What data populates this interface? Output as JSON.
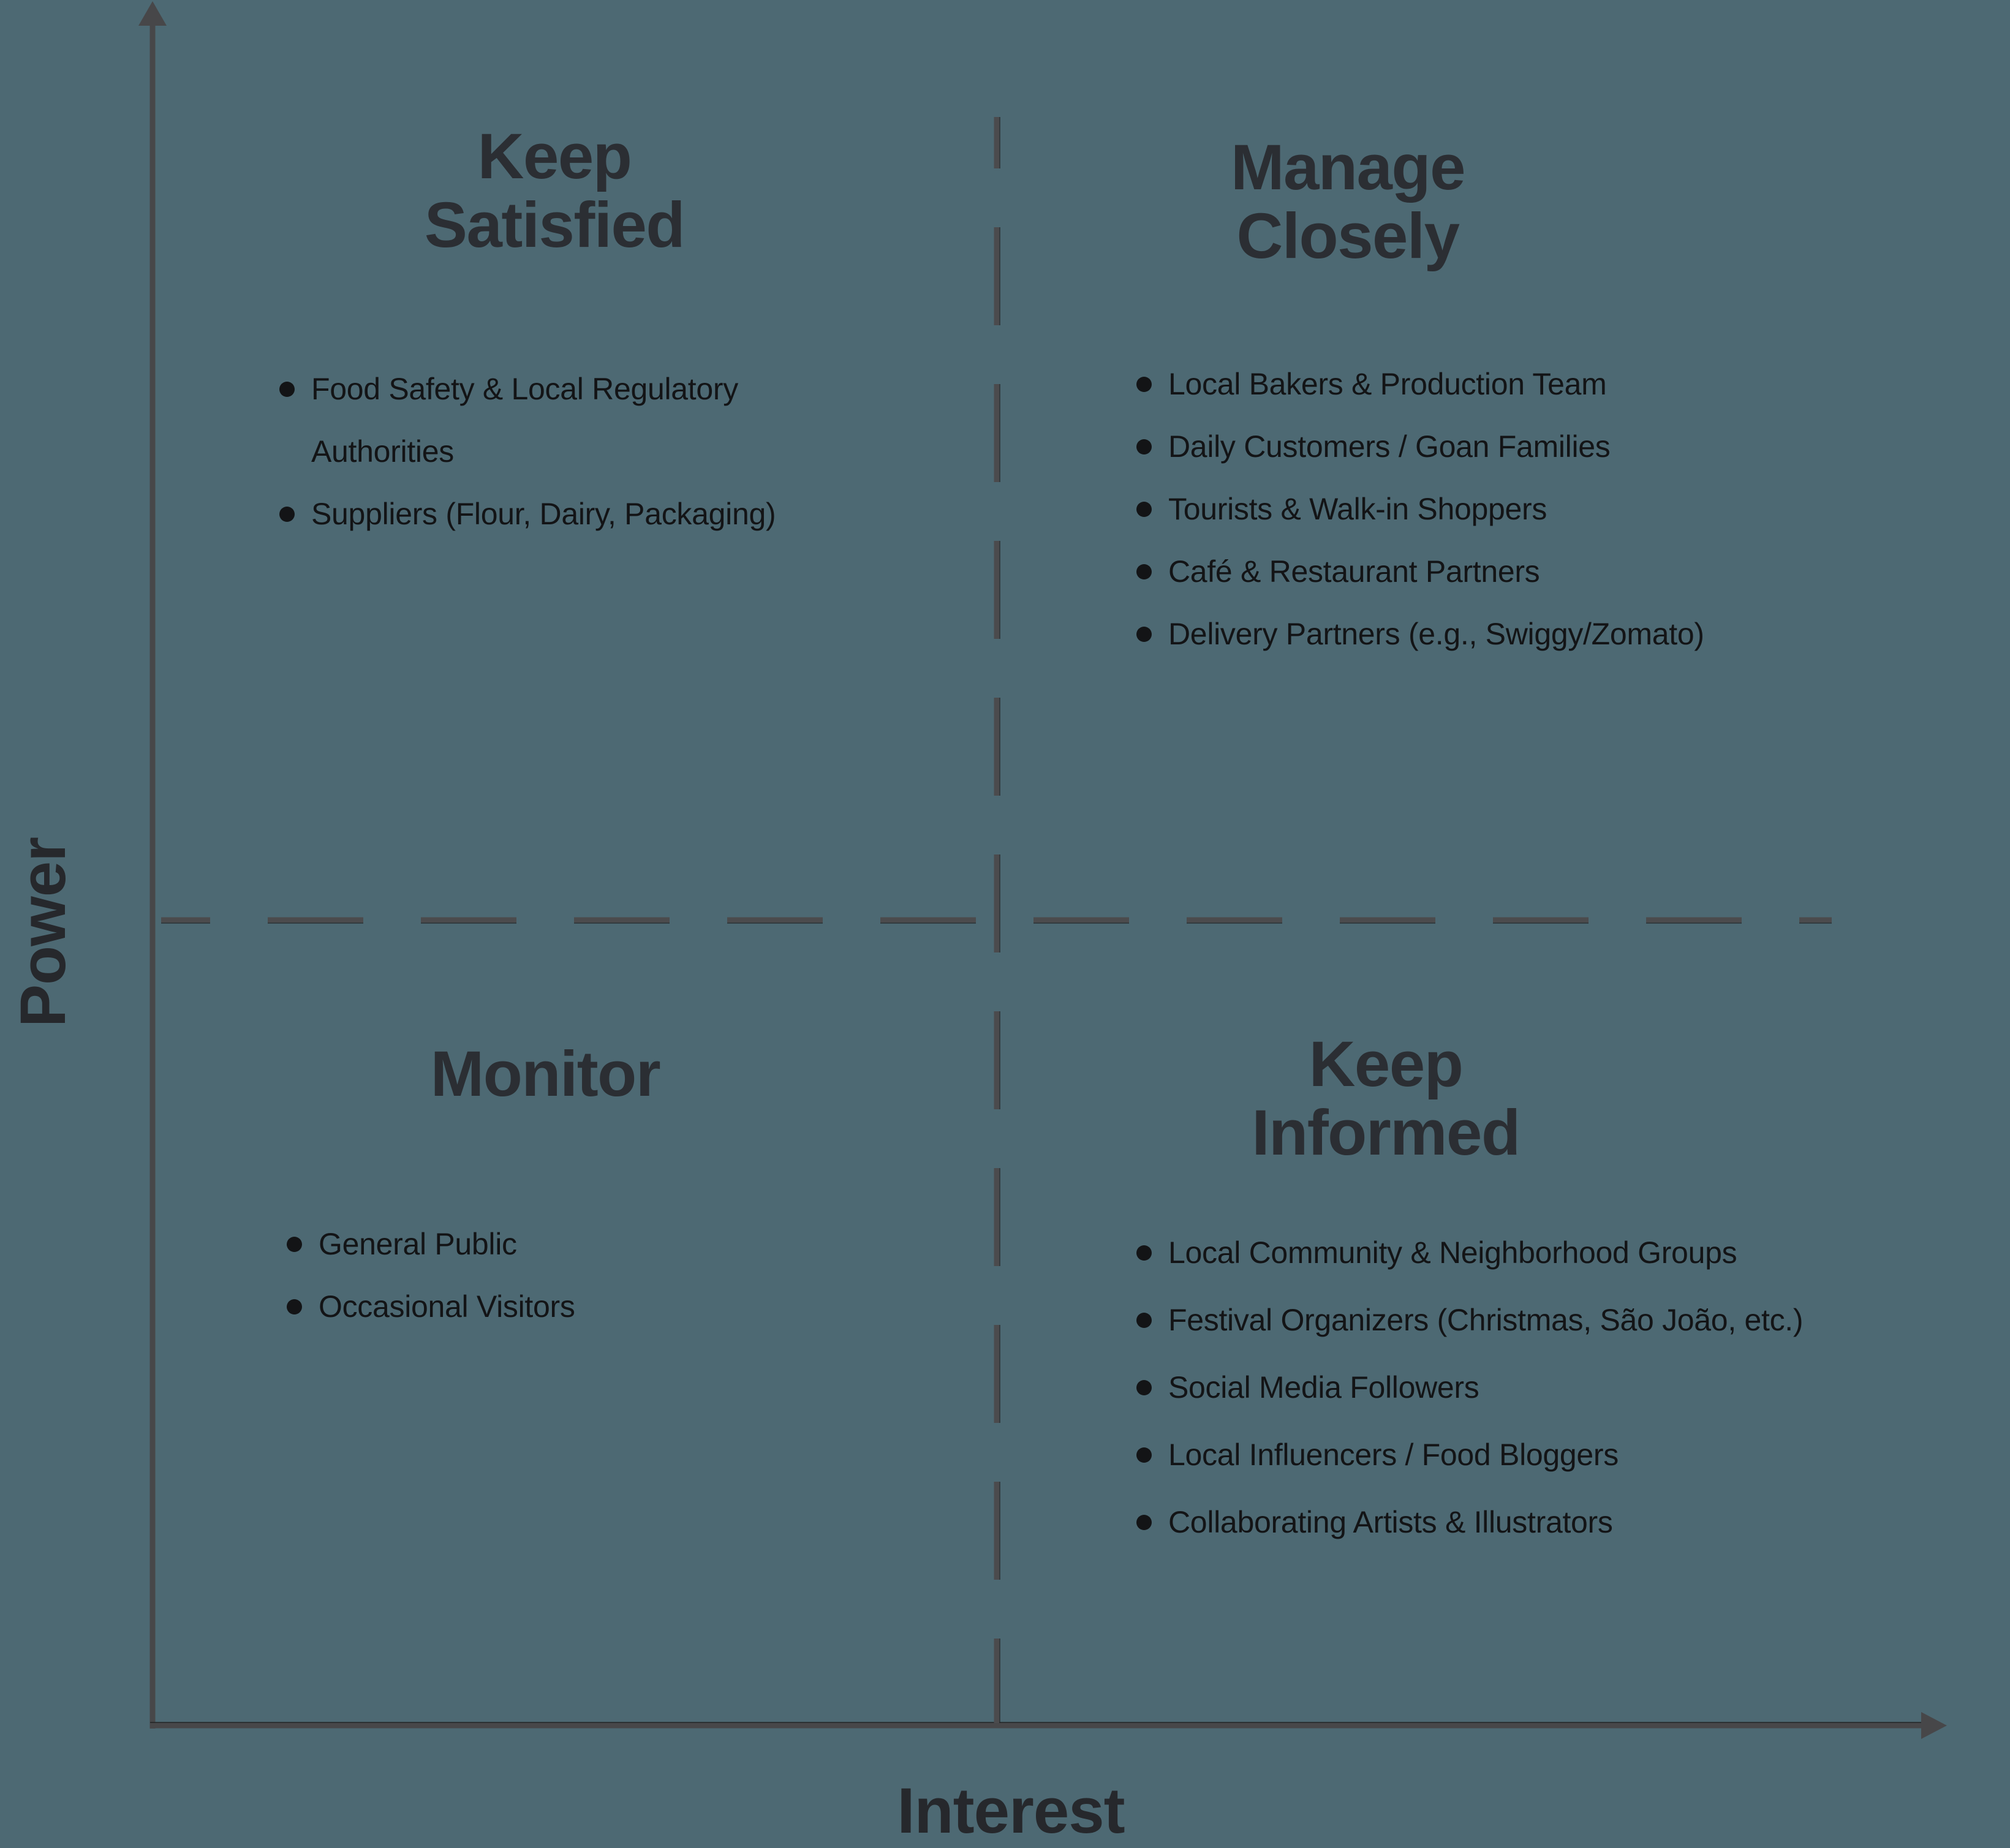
{
  "ui": {
    "background_color": "#4d6973",
    "axis_color": "#474749",
    "title_color": "#2b2e33",
    "text_color": "#131416"
  },
  "axes": {
    "y_label": "Power",
    "x_label": "Interest"
  },
  "quadrants": [
    {
      "id": "keep-satisfied",
      "title_l1": "Keep",
      "title_l2": "Satisfied",
      "items": [
        "Food Safety & Local Regulatory Authorities",
        "Suppliers (Flour, Dairy, Packaging)"
      ]
    },
    {
      "id": "manage-closely",
      "title_l1": "Manage",
      "title_l2": "Closely",
      "items": [
        "Local Bakers & Production Team",
        "Daily Customers / Goan Families",
        "Tourists & Walk-in Shoppers",
        "Café & Restaurant Partners",
        "Delivery Partners (e.g., Swiggy/Zomato)"
      ]
    },
    {
      "id": "monitor",
      "title_l1": "Monitor",
      "items": [
        "General Public",
        "Occasional Visitors"
      ]
    },
    {
      "id": "keep-informed",
      "title_l1": "Keep",
      "title_l2": "Informed",
      "items": [
        "Local Community & Neighborhood Groups",
        "Festival Organizers (Christmas, São João, etc.)",
        "Social Media Followers",
        "Local Influencers / Food Bloggers",
        "Collaborating Artists & Illustrators"
      ]
    }
  ]
}
